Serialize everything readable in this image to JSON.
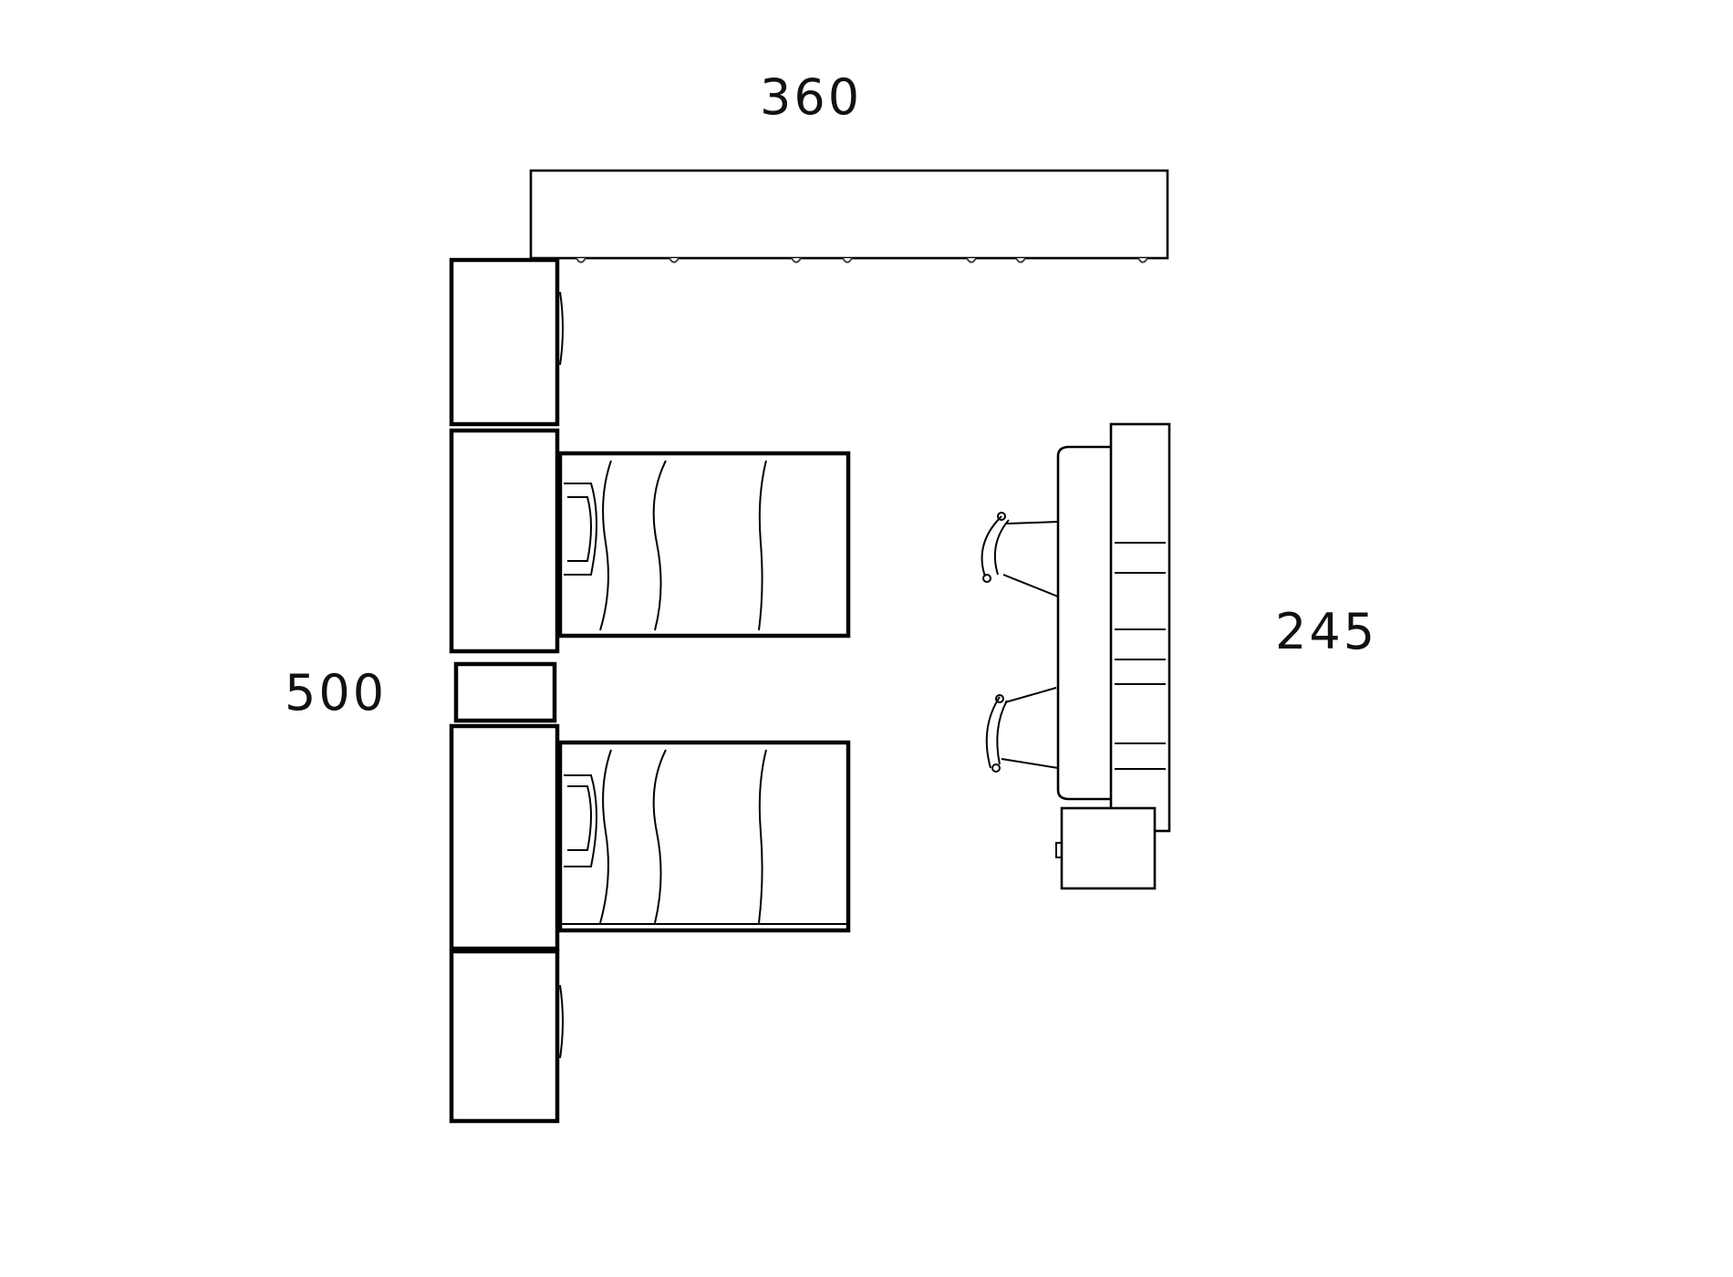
{
  "dimensions": {
    "top_width": "360",
    "left_length": "500",
    "right_depth": "245"
  },
  "colors": {
    "line": "#000000",
    "background": "#ffffff",
    "label": "#111111"
  }
}
